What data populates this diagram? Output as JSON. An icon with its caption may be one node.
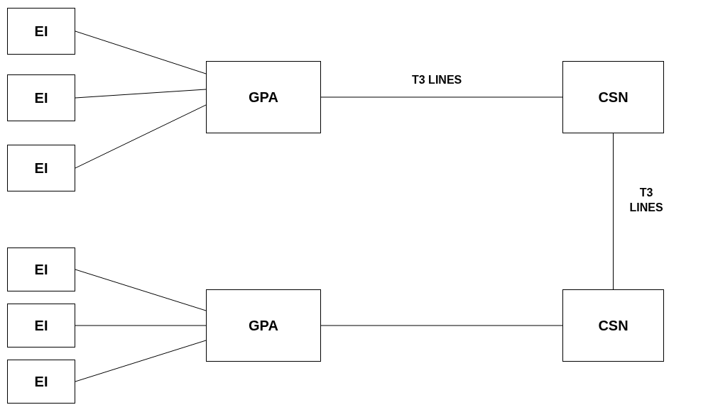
{
  "diagram": {
    "nodes": [
      {
        "text": [
          "EI"
        ]
      },
      {
        "text": [
          "EI"
        ]
      },
      {
        "text": [
          "EI"
        ]
      },
      {
        "text": [
          "GPA"
        ]
      },
      {
        "text": [
          "CSN"
        ]
      },
      {
        "text": [
          "EI"
        ]
      },
      {
        "text": [
          "EI"
        ]
      },
      {
        "text": [
          "EI"
        ]
      },
      {
        "text": [
          "GPA"
        ]
      },
      {
        "text": [
          "CSN"
        ]
      }
    ],
    "edges": [
      {
        "from": 0,
        "to": 3,
        "arrow": "none"
      },
      {
        "from": 1,
        "to": 3,
        "arrow": "none"
      },
      {
        "from": 2,
        "to": 3,
        "arrow": "none"
      },
      {
        "from": 3,
        "to": 4,
        "arrow": "none",
        "label": "T3 LINES"
      },
      {
        "from": 4,
        "to": 9,
        "arrow": "none",
        "label": "T3 LINES"
      },
      {
        "from": 5,
        "to": 8,
        "arrow": "none"
      },
      {
        "from": 6,
        "to": 8,
        "arrow": "none"
      },
      {
        "from": 7,
        "to": 8,
        "arrow": "none"
      },
      {
        "from": 8,
        "to": 9,
        "arrow": "none"
      }
    ]
  }
}
